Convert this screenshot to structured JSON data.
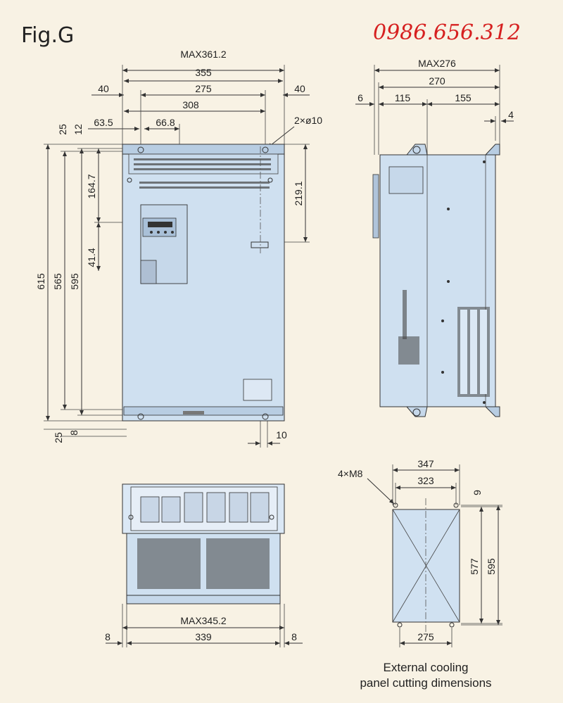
{
  "header": {
    "figure_label": "Fig.G",
    "phone": "0986.656.312"
  },
  "front_view": {
    "dims": {
      "max_width": "MAX361.2",
      "width_355": "355",
      "margin_left_40": "40",
      "width_275": "275",
      "margin_right_40": "40",
      "width_308": "308",
      "hole_label": "2×ø10",
      "offset_63_5": "63.5",
      "offset_66_8": "66.8",
      "top_25": "25",
      "top_12": "12",
      "height_164_7": "164.7",
      "height_41_4": "41.4",
      "height_219_1": "219.1",
      "height_615": "615",
      "height_565": "565",
      "height_595": "595",
      "bottom_25": "25",
      "bottom_8": "8",
      "bottom_10": "10"
    }
  },
  "side_view": {
    "dims": {
      "max_depth": "MAX276",
      "depth_270": "270",
      "left_6": "6",
      "depth_115": "115",
      "depth_155": "155",
      "right_4": "4"
    }
  },
  "bottom_view": {
    "dims": {
      "max_width": "MAX345.2",
      "left_8": "8",
      "width_339": "339",
      "right_8": "8"
    }
  },
  "panel_cut": {
    "dims": {
      "screw_label": "4×M8",
      "width_347": "347",
      "width_323": "323",
      "top_9": "9",
      "height_577": "577",
      "height_595": "595",
      "width_275": "275"
    },
    "caption_line1": "External cooling",
    "caption_line2": "panel cutting dimensions"
  }
}
